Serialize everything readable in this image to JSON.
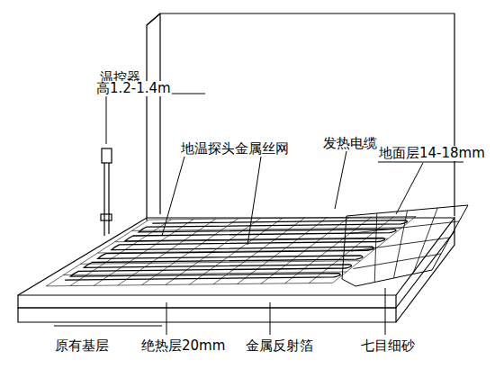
{
  "diagram": {
    "labels": [
      "温控器",
      "高1.2-1.4m",
      "地温探头",
      "金属丝网",
      "发热电缆",
      "地面层14-18mm",
      "原有基层",
      "绝热层20mm",
      "金属反射箔",
      "七目细砂"
    ]
  }
}
